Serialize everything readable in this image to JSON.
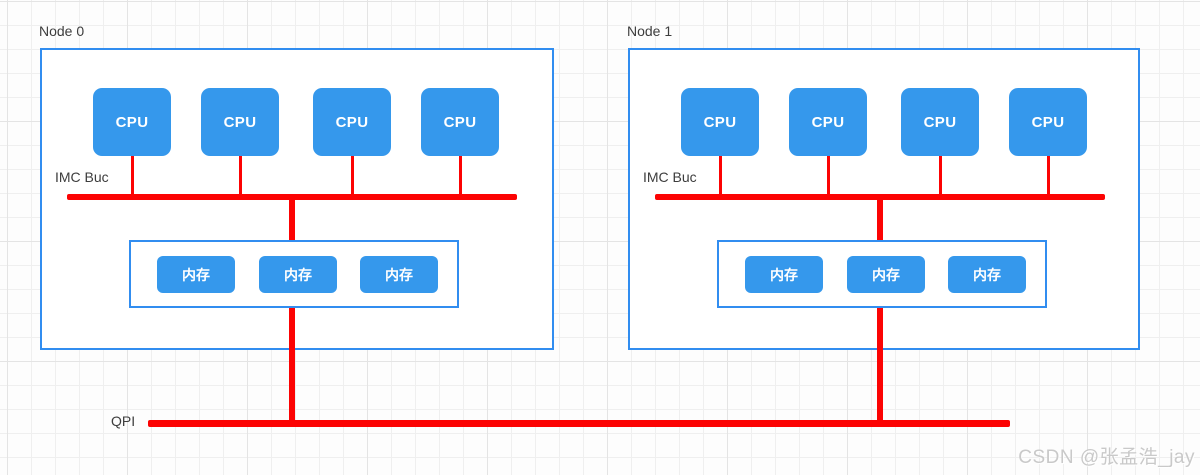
{
  "nodes": [
    {
      "label": "Node 0",
      "bus_label": "IMC Buc",
      "cpus": [
        "CPU",
        "CPU",
        "CPU",
        "CPU"
      ],
      "memories": [
        "内存",
        "内存",
        "内存"
      ]
    },
    {
      "label": "Node 1",
      "bus_label": "IMC Buc",
      "cpus": [
        "CPU",
        "CPU",
        "CPU",
        "CPU"
      ],
      "memories": [
        "内存",
        "内存",
        "内存"
      ]
    }
  ],
  "interconnect": {
    "label": "QPI"
  },
  "watermark": "CSDN @张孟浩_jay",
  "colors": {
    "block_fill": "#3598ec",
    "box_border": "#318df0",
    "bus_line": "#fc0303",
    "label_text": "#3d3d3d",
    "block_text": "#ffffff",
    "watermark_text": "#c9c9c9",
    "canvas_bg": "#fdfdfd",
    "grid_line": "#efefef",
    "grid_line_major": "#e4e4e4"
  }
}
